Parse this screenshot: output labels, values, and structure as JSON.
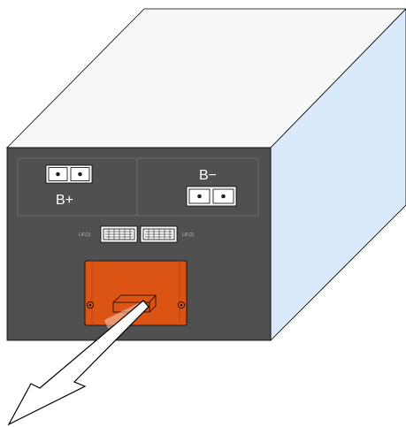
{
  "labels": {
    "positive_terminal": "B+",
    "negative_terminal": "B−",
    "comm_port_1": "LIF(1)",
    "comm_port_2": "LIF(2)"
  },
  "colors": {
    "box_top": "#f7f7f7",
    "box_side": "#d9eafb",
    "front_panel": "#505050",
    "handle": "#dc5414",
    "outline": "#000000",
    "terminal_block": "#ffffff"
  },
  "icons": {
    "pull_direction": "pull-arrow-icon"
  }
}
